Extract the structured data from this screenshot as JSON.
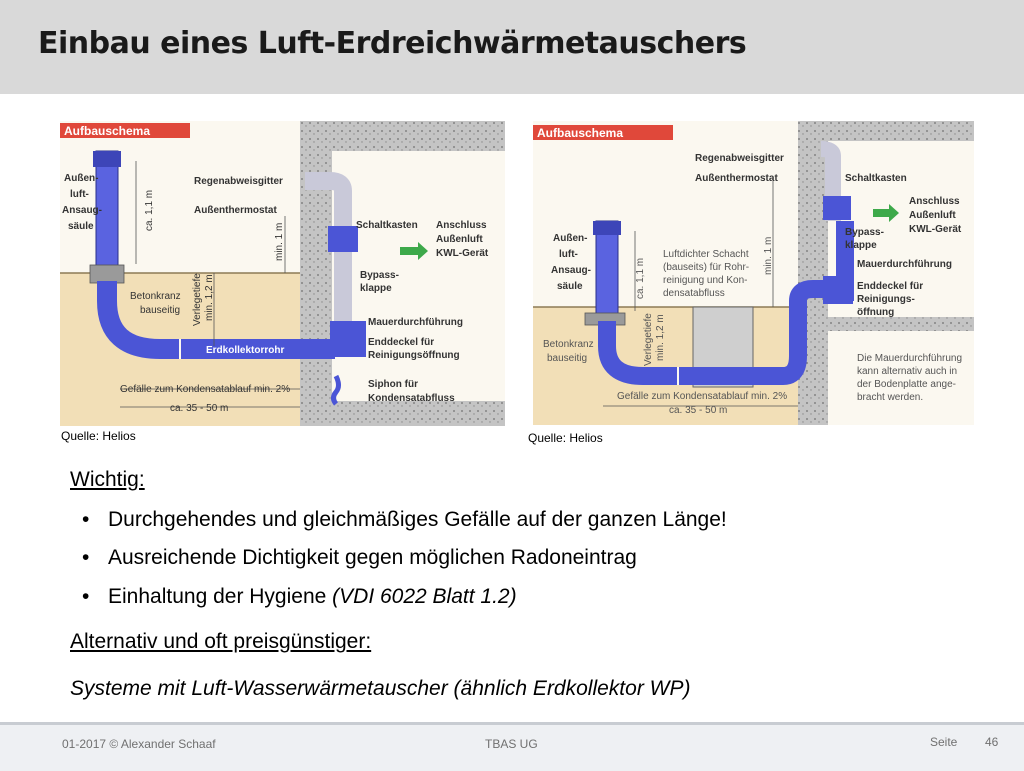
{
  "title": "Einbau eines Luft-Erdreichwärmetauschers",
  "diagram_left": {
    "header": "Aufbauschema",
    "labels": {
      "column": [
        "Außen-",
        "luft-",
        "Ansaug-",
        "säule"
      ],
      "ca": "ca. 1,1 m",
      "grille": "Regenabweisgitter",
      "thermostat": "Außenthermostat",
      "min1": "min. 1 m",
      "switchbox": "Schaltkasten",
      "connection": [
        "Anschluss",
        "Außenluft",
        "KWL-Gerät"
      ],
      "bypass": [
        "Bypass-",
        "klappe"
      ],
      "concrete": [
        "Betonkranz",
        "bauseitig"
      ],
      "depth": [
        "Verlegetiefe",
        "min. 1,2 m"
      ],
      "wallpass": "Mauerdurchführung",
      "endcap": [
        "Enddeckel für",
        "Reinigungsöffnung"
      ],
      "collector": "Erdkollektorrohr",
      "siphon": [
        "Siphon für",
        "Kondensatabfluss"
      ],
      "slope": "Gefälle zum Kondensatablauf min. 2%",
      "length": "ca. 35 - 50 m"
    }
  },
  "diagram_right": {
    "header": "Aufbauschema",
    "labels": {
      "grille": "Regenabweisgitter",
      "thermostat": "Außenthermostat",
      "switchbox": "Schaltkasten",
      "connection": [
        "Anschluss",
        "Außenluft",
        "KWL-Gerät"
      ],
      "bypass": [
        "Bypass-",
        "klappe"
      ],
      "column": [
        "Außen-",
        "luft-",
        "Ansaug-",
        "säule"
      ],
      "ca": "ca. 1,1 m",
      "shaft": [
        "Luftdichter Schacht",
        "(bauseits) für Rohr-",
        "reinigung und Kon-",
        "densatabfluss"
      ],
      "min1": "min. 1 m",
      "wallpass": "Mauerdurchführung",
      "endcap": [
        "Enddeckel für",
        "Reinigungs-",
        "öffnung"
      ],
      "concrete": [
        "Betonkranz",
        "bauseitig"
      ],
      "depth": [
        "Verlegetiefe",
        "min. 1,2 m"
      ],
      "note": [
        "Die Mauerdurchführung",
        "kann alternativ auch in",
        "der Bodenplatte ange-",
        "bracht werden."
      ],
      "slope": "Gefälle zum Kondensatablauf min. 2%",
      "length": "ca. 35 - 50 m"
    }
  },
  "source_left": "Quelle: Helios",
  "source_right": "Quelle: Helios",
  "important_heading": "Wichtig:",
  "bullets": [
    "Durchgehendes und gleichmäßiges Gefälle auf der ganzen Länge!",
    "Ausreichende Dichtigkeit gegen möglichen Radoneintrag",
    "Einhaltung der Hygiene "
  ],
  "bullet3_italic": "(VDI 6022 Blatt 1.2)",
  "alt_heading": "Alternativ und oft  preisgünstiger:",
  "alt_text": "Systeme mit Luft-Wasserwärmetauscher (ähnlich Erdkollektor WP)",
  "footer": {
    "left": "01-2017 © Alexander Schaaf",
    "center": "TBAS UG",
    "page_label": "Seite",
    "page_number": "46"
  },
  "colors": {
    "pipe": "#4b55d6",
    "soil": "#f2dfb7",
    "concrete": "#bdbdbd",
    "header_red": "#e0483a",
    "title_bar": "#d9d9d9"
  }
}
